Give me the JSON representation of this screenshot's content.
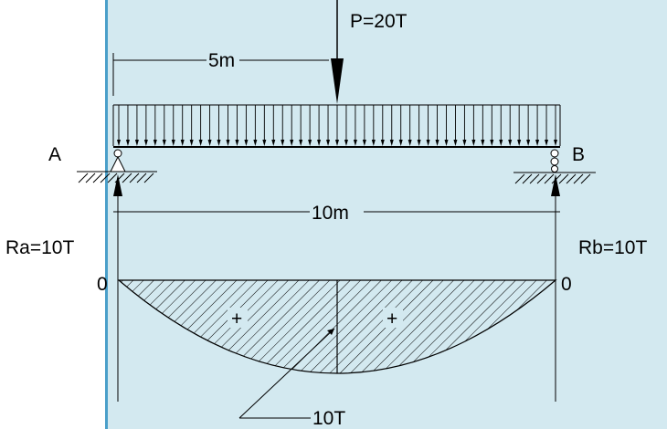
{
  "diagram": {
    "load_label": "P=20T",
    "span_left_label": "5m",
    "span_total_label": "10m",
    "support_a_label": "A",
    "support_b_label": "B",
    "reaction_a_label": "Ra=10T",
    "reaction_b_label": "Rb=10T",
    "moment_left_zero": "0",
    "moment_right_zero": "0",
    "sign_left": "+",
    "sign_right": "+",
    "max_moment_label": "10T"
  },
  "colors": {
    "panel_background": "#d3e9f0",
    "panel_border": "#4a9fc9",
    "ink": "#000000"
  }
}
